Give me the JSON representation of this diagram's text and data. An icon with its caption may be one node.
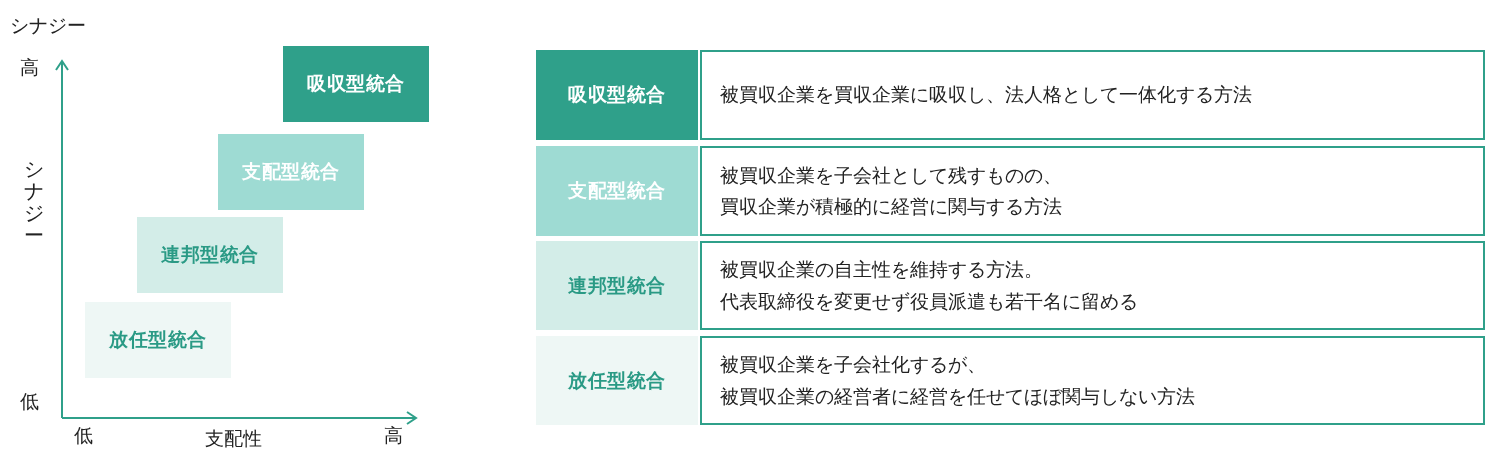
{
  "diagram": {
    "nodes": [
      {
        "text": [
          "吸収型統合"
        ]
      },
      {
        "text": [
          "支配型統合"
        ]
      },
      {
        "text": [
          "連邦型統合"
        ]
      },
      {
        "text": [
          "放任型統合"
        ]
      },
      {
        "text": [
          "吸収型統合"
        ]
      },
      {
        "text": [
          "被買収企業を買収企業に吸収し、法人格として一体化する方法"
        ]
      },
      {
        "text": [
          "支配型統合"
        ]
      },
      {
        "text": [
          "被買収企業を子会社として残すものの、買収企業が積極的に経営に関与する方法"
        ]
      },
      {
        "text": [
          "連邦型統合"
        ]
      },
      {
        "text": [
          "被買収企業の自主性を維持する方法。代表取締役を変更せず役員派遣も若干名に留める"
        ]
      },
      {
        "text": [
          "放任型統合"
        ]
      },
      {
        "text": [
          "被買収企業を子会社化するが、被買収企業の経営者に経営を任せてほぼ関与しない方法"
        ]
      }
    ],
    "edges": [],
    "labels": [
      "シナジー",
      "高",
      "シナジー",
      "低",
      "低",
      "支配性",
      "高"
    ]
  }
}
